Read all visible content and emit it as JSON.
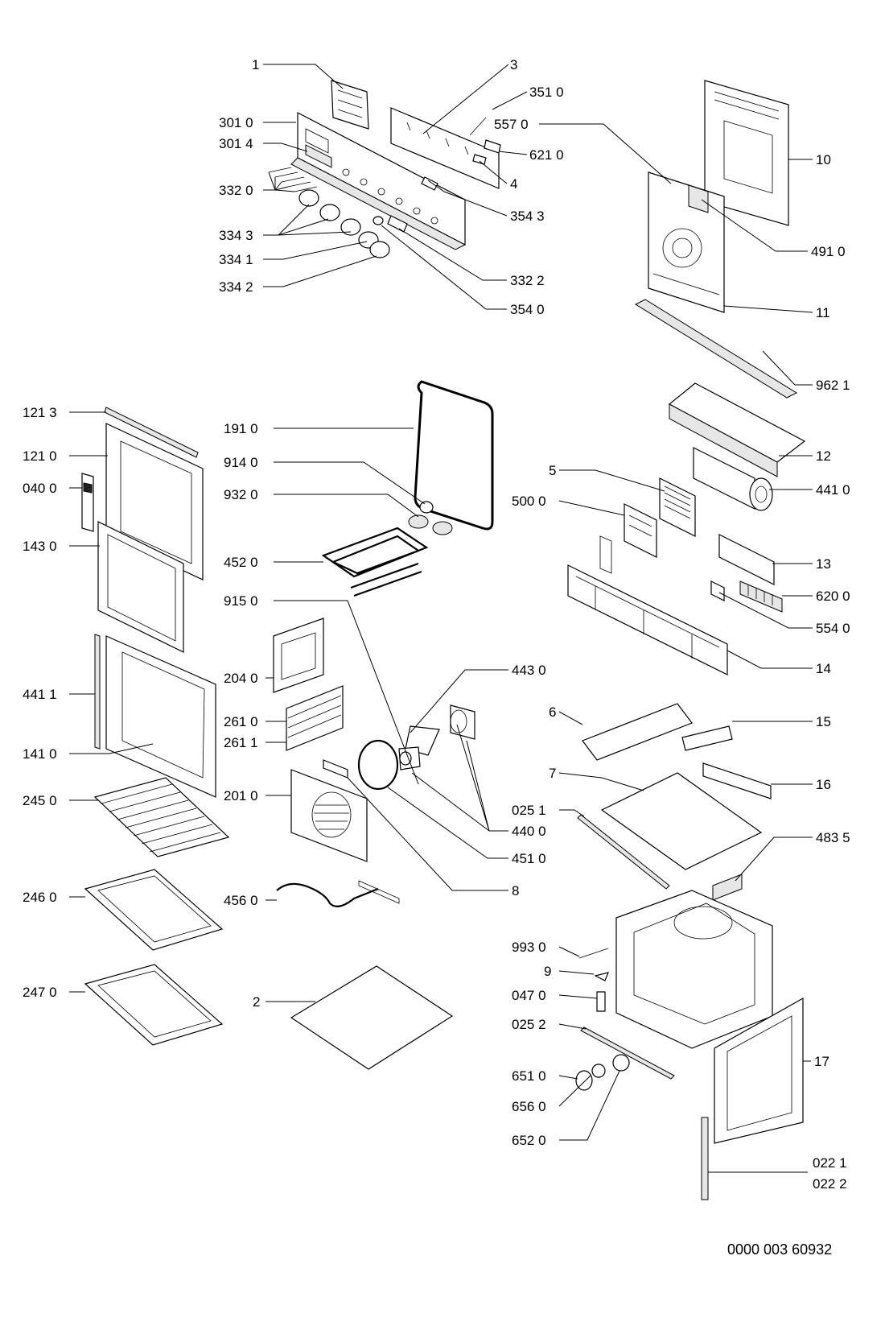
{
  "drawing_number": "0000 003 60932",
  "labels": {
    "l1": "1",
    "l3": "3",
    "l3510": "351 0",
    "l3010": "301 0",
    "l5570": "557 0",
    "l3014": "301 4",
    "l6210": "621 0",
    "l4": "4",
    "l3320": "332 0",
    "l3543": "354 3",
    "l3343": "334 3",
    "l3341": "334 1",
    "l3322": "332 2",
    "l3342": "334 2",
    "l3540": "354 0",
    "l10": "10",
    "l4910": "491 0",
    "l11": "11",
    "l9621": "962 1",
    "l1213": "121 3",
    "l1910": "191 0",
    "l1210": "121 0",
    "l9140": "914 0",
    "l0400": "040 0",
    "l9320": "932 0",
    "l1430": "143 0",
    "l4520": "452 0",
    "l9150": "915 0",
    "l12": "12",
    "l5": "5",
    "l4410": "441 0",
    "l5000": "500 0",
    "l13": "13",
    "l6200": "620 0",
    "l5540": "554 0",
    "l14": "14",
    "l4411": "441 1",
    "l2040": "204 0",
    "l4430": "443 0",
    "l2610": "261 0",
    "l2611": "261 1",
    "l6": "6",
    "l15": "15",
    "l1410": "141 0",
    "l2010": "201 0",
    "l7": "7",
    "l16": "16",
    "l2450": "245 0",
    "l0251": "025 1",
    "l4400": "440 0",
    "l4835": "483 5",
    "l4510": "451 0",
    "l2460": "246 0",
    "l4560": "456 0",
    "l8": "8",
    "l9930": "993 0",
    "l9": "9",
    "l2470": "247 0",
    "l0470": "047 0",
    "l2": "2",
    "l0252": "025 2",
    "l6510": "651 0",
    "l17": "17",
    "l6560": "656 0",
    "l6520": "652 0",
    "l0221": "022 1",
    "l0222": "022 2"
  }
}
